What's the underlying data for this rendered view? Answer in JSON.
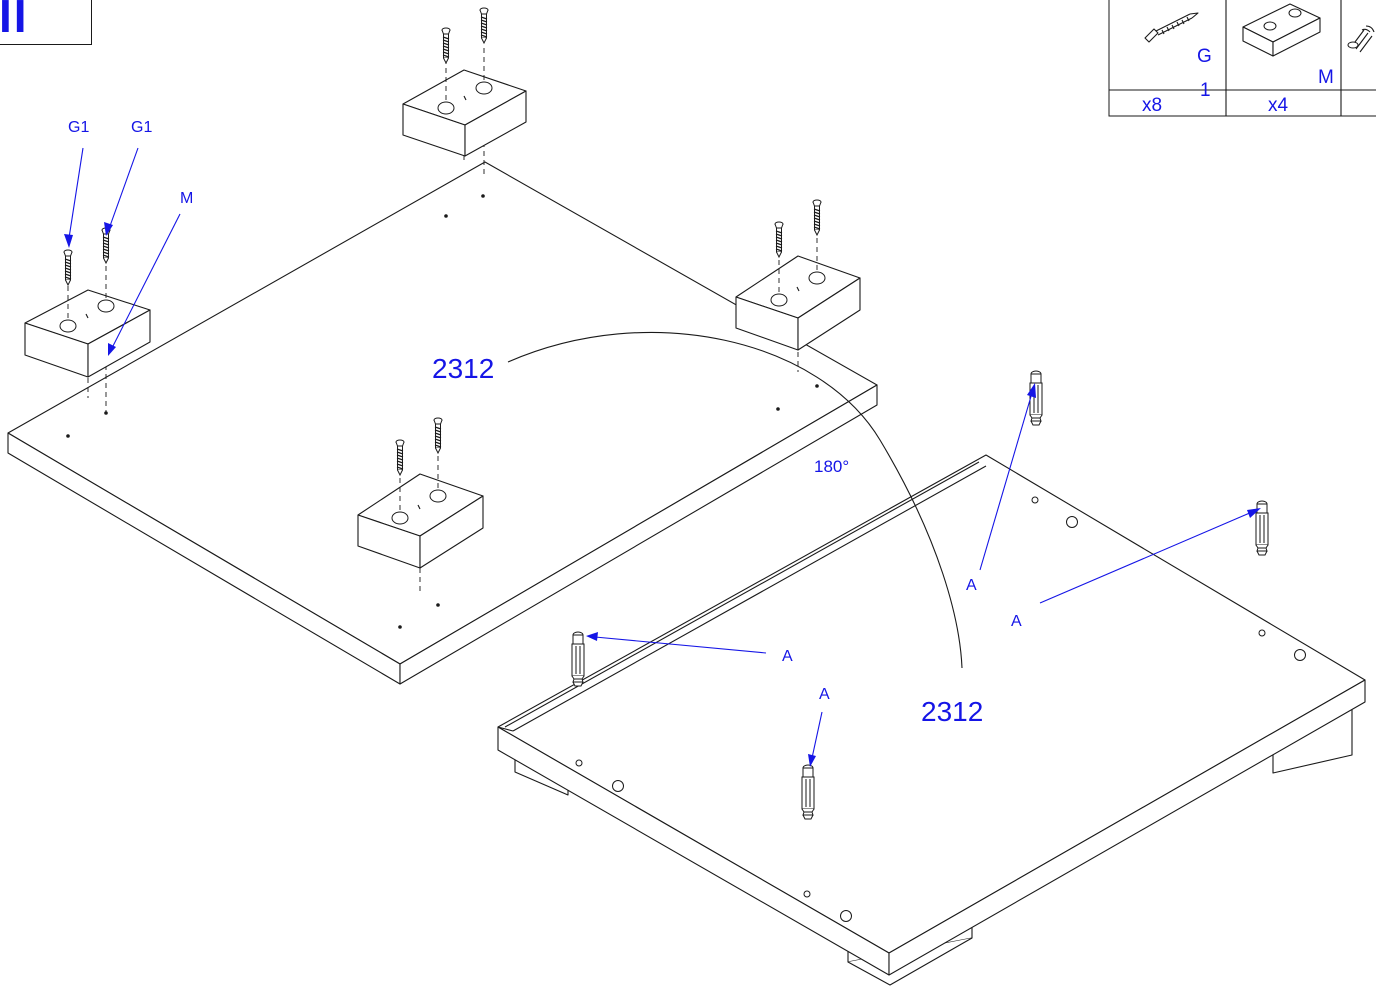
{
  "step": {
    "number": "II"
  },
  "parts_table": {
    "items": [
      {
        "code": "G1",
        "code_top": "G",
        "code_bottom": "1",
        "qty": "x8",
        "icon": "screw-icon"
      },
      {
        "code": "M",
        "qty": "x4",
        "icon": "block-icon"
      },
      {
        "code": "",
        "qty": "",
        "icon": "dowel-icon"
      }
    ]
  },
  "labels": {
    "g1_left": "G1",
    "g1_right": "G1",
    "m": "M",
    "a1": "A",
    "a2": "A",
    "a3": "A",
    "a4": "A",
    "rotation": "180°",
    "part_top": "2312",
    "part_bottom": "2312"
  },
  "colors": {
    "accent": "#1515e6",
    "line": "#1a1a1a"
  }
}
